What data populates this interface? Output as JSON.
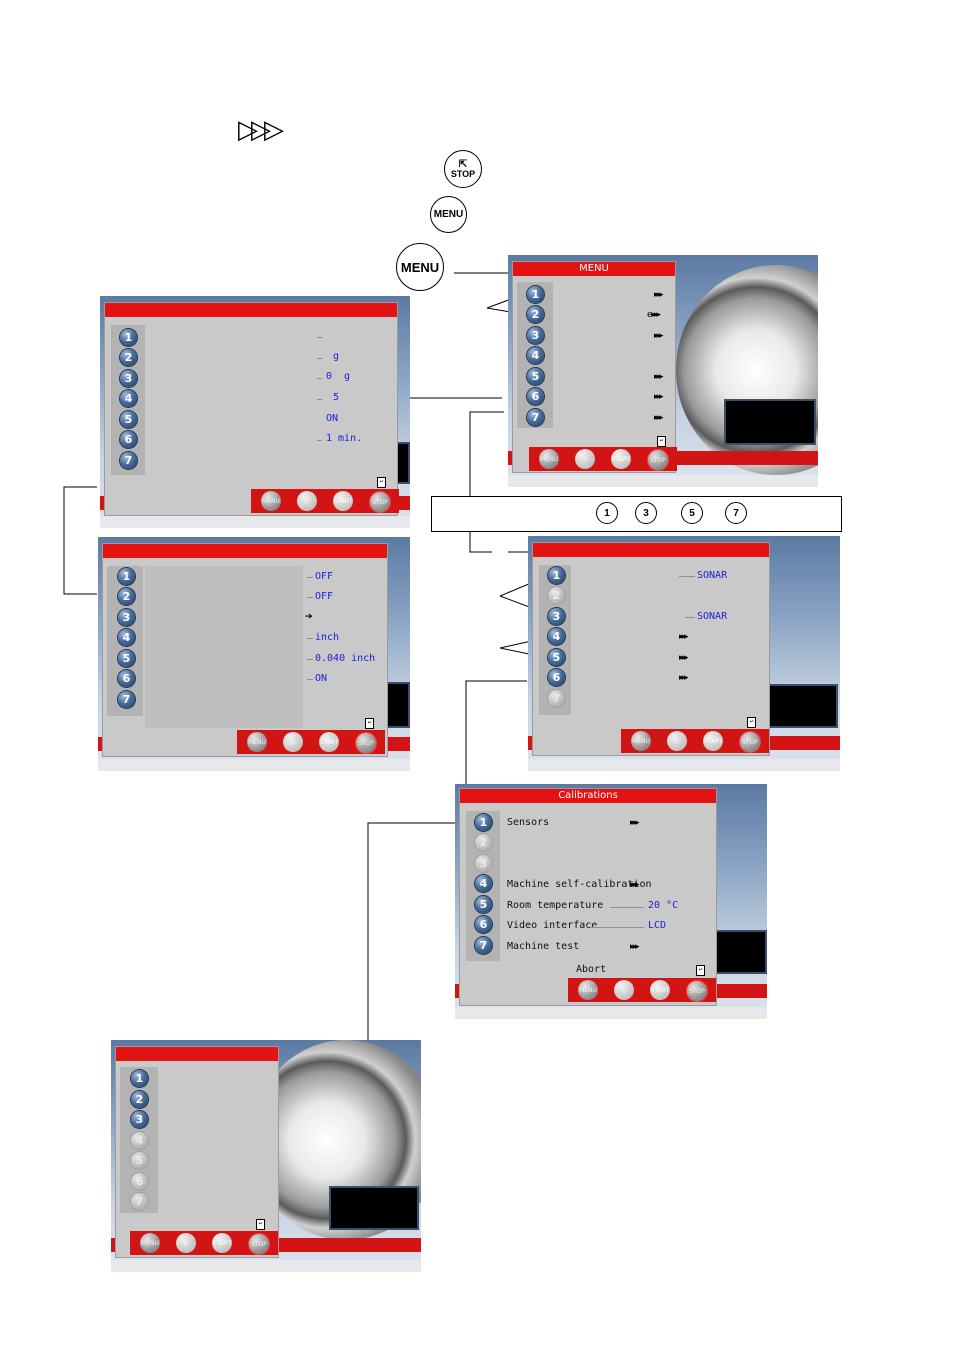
{
  "top_icons": {
    "ddd_glyph": "▷▷▷",
    "stop_label": "STOP",
    "menu_label": "MENU"
  },
  "legend_numbers": [
    "1",
    "3",
    "5",
    "7"
  ],
  "menu_screen": {
    "title": "MENU",
    "items": [
      "1",
      "2",
      "3",
      "4",
      "5",
      "6",
      "7"
    ],
    "row_values": [
      "▸▸▸",
      "e ▸▸▸",
      "▸▸▸",
      "",
      "▸▸▸",
      "▸▸▸",
      "▸▸▸"
    ]
  },
  "screen_a": {
    "items": [
      "1",
      "2",
      "3",
      "4",
      "5",
      "6",
      "7"
    ],
    "values": [
      "",
      "g",
      "0   g",
      "5",
      "ON",
      "1 min.",
      ""
    ]
  },
  "screen_b": {
    "items": [
      "1",
      "2",
      "3",
      "4",
      "5",
      "6",
      "7"
    ],
    "values": [
      "OFF",
      "OFF",
      "",
      "inch",
      "0.040 inch",
      "ON",
      ""
    ]
  },
  "screen_c": {
    "items": [
      "1",
      "2",
      "3",
      "4",
      "5",
      "6",
      "7"
    ],
    "values": [
      "SONAR",
      "",
      "SONAR",
      "▸▸▸",
      "▸▸▸",
      "▸▸▸",
      ""
    ]
  },
  "calibrations": {
    "title": "Calibrations",
    "items": [
      "1",
      "2",
      "3",
      "4",
      "5",
      "6",
      "7"
    ],
    "rows": [
      {
        "label": "Sensors",
        "value": "▸▸▸"
      },
      {
        "label": "",
        "value": ""
      },
      {
        "label": "",
        "value": ""
      },
      {
        "label": "Machine self-calibration",
        "value": "▸▸▸"
      },
      {
        "label": "Room temperature",
        "value": "20 °C"
      },
      {
        "label": "Video interface",
        "value": "LCD"
      },
      {
        "label": "Machine test",
        "value": "▸▸▸"
      }
    ],
    "abort_label": "Abort"
  },
  "screen_d": {
    "items": [
      "1",
      "2",
      "3",
      "4",
      "5",
      "6",
      "7"
    ]
  },
  "toolbar": {
    "menu": "MENU",
    "start": "START",
    "stop": "STOP"
  }
}
